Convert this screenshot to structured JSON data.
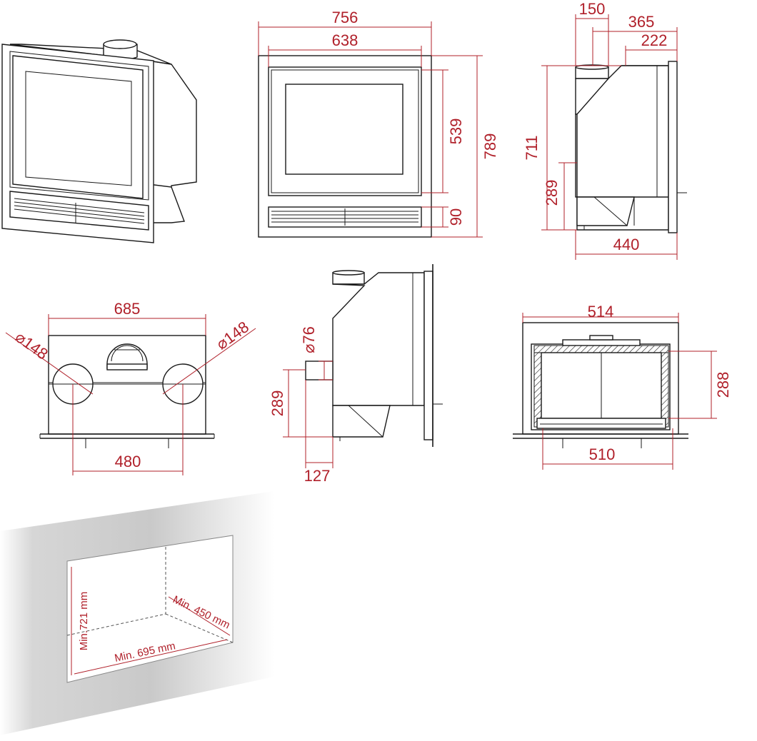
{
  "dimensions": {
    "front_width_outer": "756",
    "front_width_inner": "638",
    "front_glass_height": "539",
    "front_total_height": "789",
    "front_grille_height": "90",
    "side_flue_width": "150",
    "side_depth_365": "365",
    "side_depth_222": "222",
    "side_height_711": "711",
    "side_height_289": "289",
    "side_depth_440": "440",
    "top_width_685": "685",
    "top_spacing_480": "480",
    "top_dia_left": "⌀148",
    "top_dia_right": "⌀148",
    "section_dia_76": "⌀76",
    "section_height_289": "289",
    "section_depth_127": "127",
    "rear_width_514": "514",
    "rear_height_288": "288",
    "rear_width_510": "510"
  },
  "niche": {
    "min_height": "Min.721 mm",
    "min_depth": "Min. 450 mm",
    "min_width": "Min. 695 mm"
  },
  "colors": {
    "dimension": "#b0202a",
    "line": "#1a1a1a"
  }
}
